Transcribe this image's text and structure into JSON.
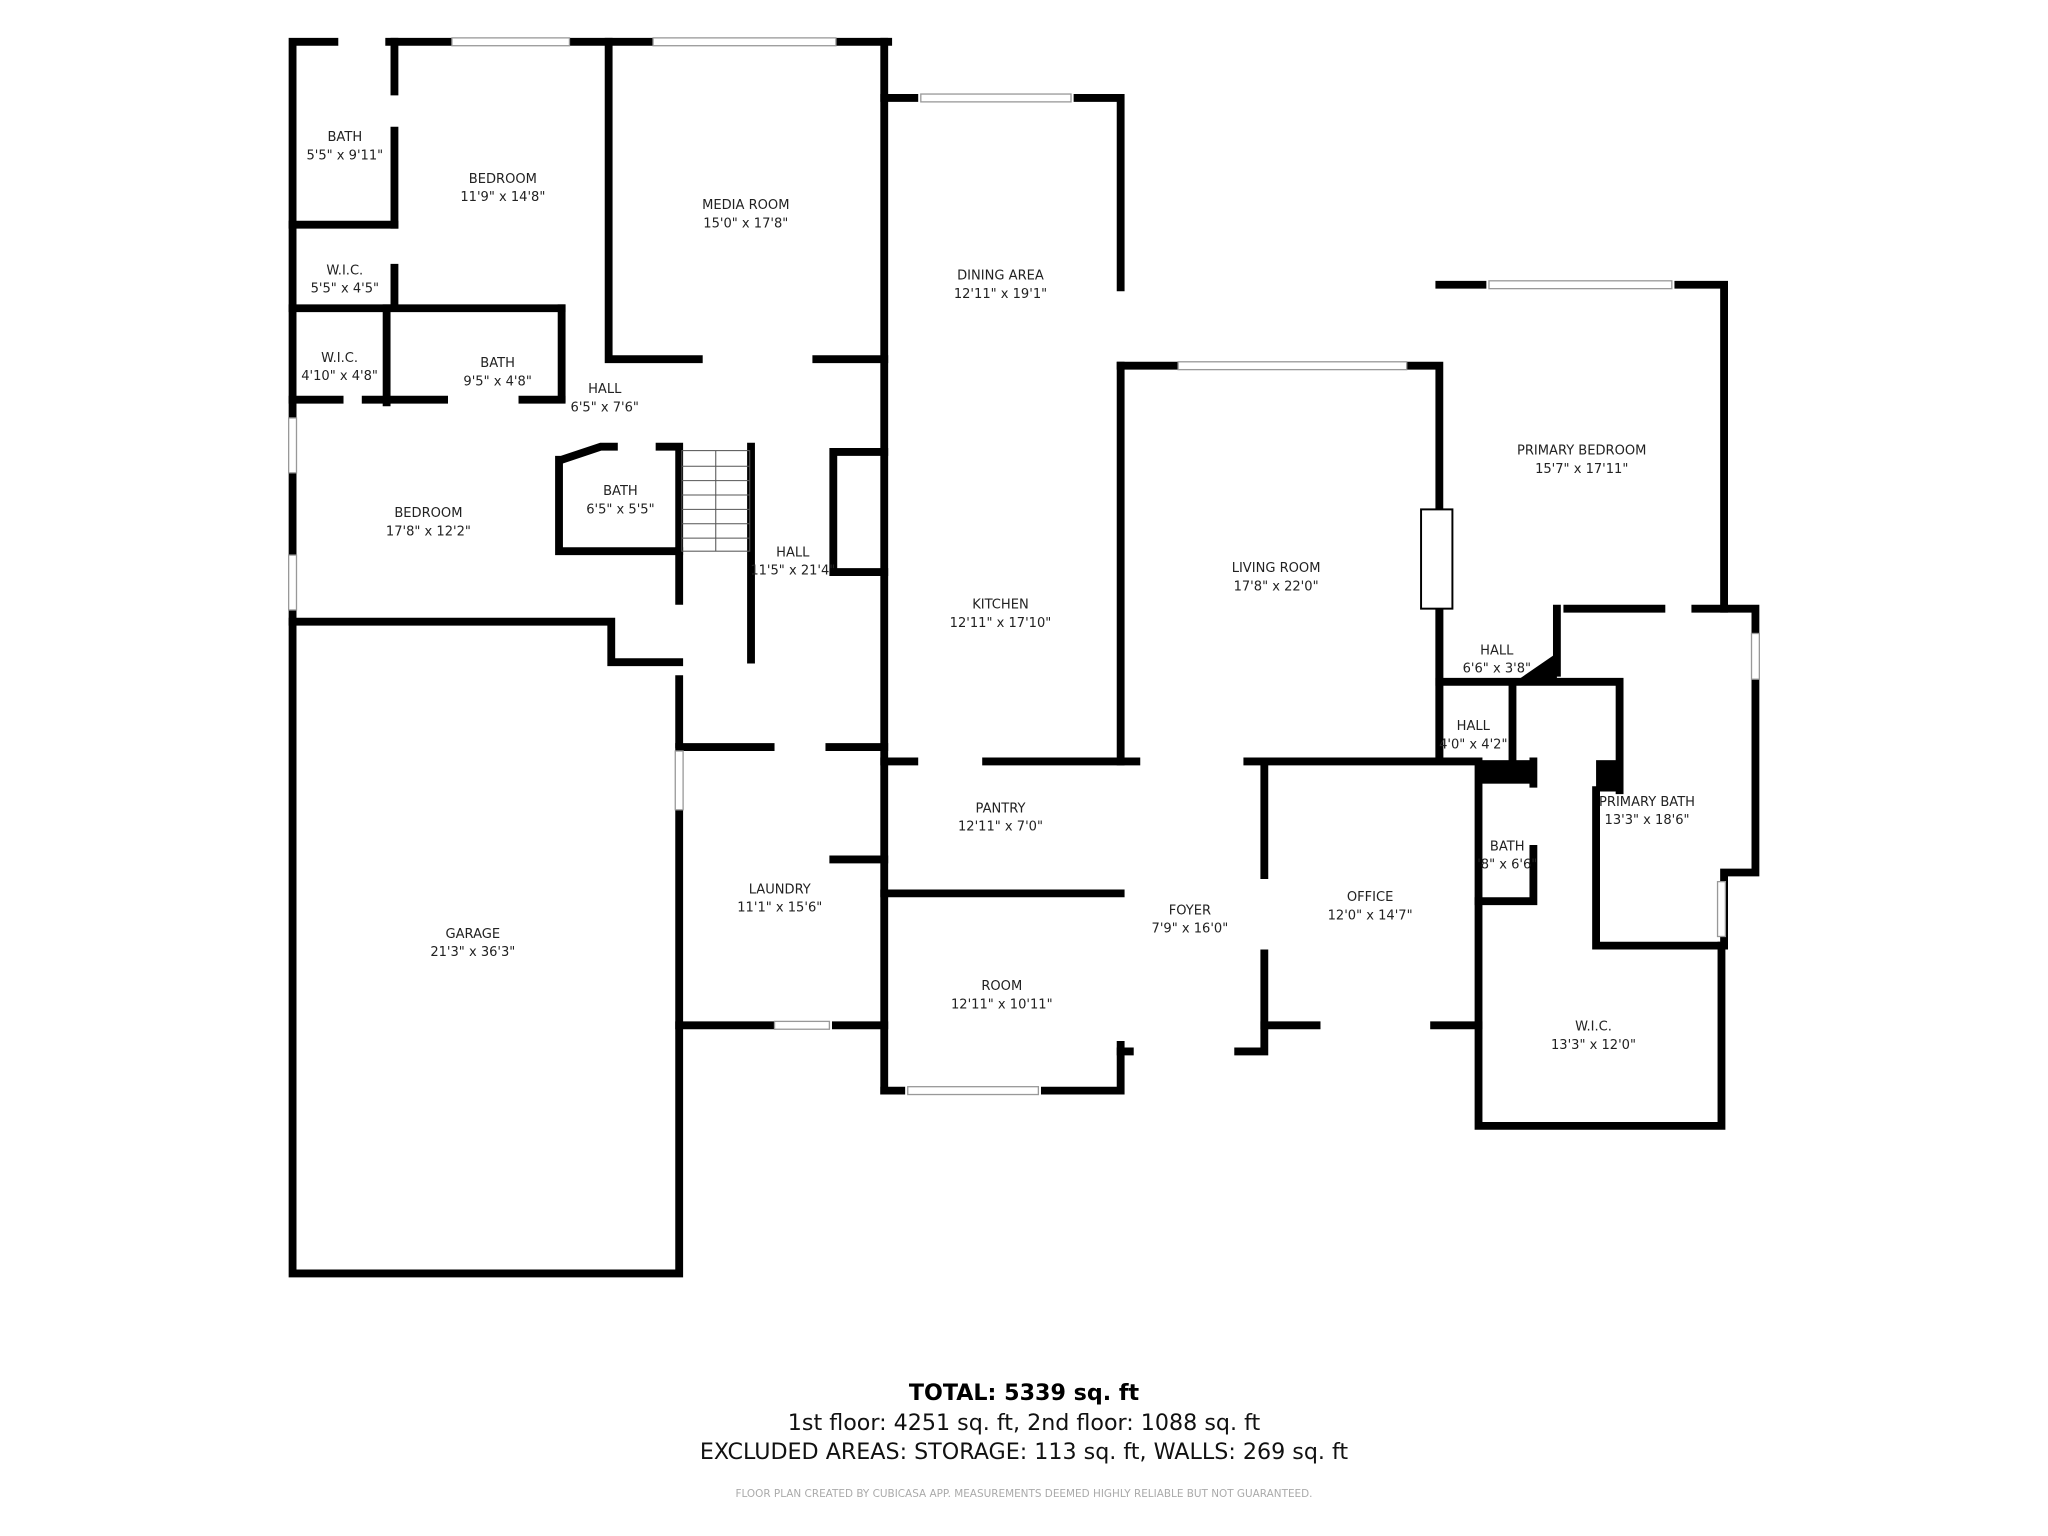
{
  "rooms": [
    {
      "name": "BATH",
      "dims": "5'5\" x 9'11\""
    },
    {
      "name": "BEDROOM",
      "dims": "11'9\" x 14'8\""
    },
    {
      "name": "MEDIA ROOM",
      "dims": "15'0\" x 17'8\""
    },
    {
      "name": "W.I.C.",
      "dims": "5'5\" x 4'5\""
    },
    {
      "name": "W.I.C.",
      "dims": "4'10\" x 4'8\""
    },
    {
      "name": "BATH",
      "dims": "9'5\" x 4'8\""
    },
    {
      "name": "HALL",
      "dims": "6'5\" x 7'6\""
    },
    {
      "name": "BATH",
      "dims": "6'5\" x 5'5\""
    },
    {
      "name": "BEDROOM",
      "dims": "17'8\" x 12'2\""
    },
    {
      "name": "HALL",
      "dims": "11'5\" x 21'4\""
    },
    {
      "name": "DINING AREA",
      "dims": "12'11\" x 19'1\""
    },
    {
      "name": "KITCHEN",
      "dims": "12'11\" x 17'10\""
    },
    {
      "name": "LIVING ROOM",
      "dims": "17'8\" x 22'0\""
    },
    {
      "name": "PRIMARY BEDROOM",
      "dims": "15'7\" x 17'11\""
    },
    {
      "name": "HALL",
      "dims": "6'6\" x 3'8\""
    },
    {
      "name": "HALL",
      "dims": "4'0\" x 4'2\""
    },
    {
      "name": "PRIMARY BATH",
      "dims": "13'3\" x 18'6\""
    },
    {
      "name": "BATH",
      "dims": "'8\" x 6'6\""
    },
    {
      "name": "PANTRY",
      "dims": "12'11\" x 7'0\""
    },
    {
      "name": "LAUNDRY",
      "dims": "11'1\" x 15'6\""
    },
    {
      "name": "GARAGE",
      "dims": "21'3\" x 36'3\""
    },
    {
      "name": "ROOM",
      "dims": "12'11\" x 10'11\""
    },
    {
      "name": "FOYER",
      "dims": "7'9\" x 16'0\""
    },
    {
      "name": "OFFICE",
      "dims": "12'0\" x 14'7\""
    },
    {
      "name": "W.I.C.",
      "dims": "13'3\" x 12'0\""
    }
  ],
  "summary": {
    "total": "TOTAL: 5339 sq. ft",
    "floors": "1st floor: 4251 sq. ft, 2nd floor: 1088 sq. ft",
    "excluded": "EXCLUDED AREAS: STORAGE: 113 sq. ft, WALLS: 269 sq. ft",
    "disclaimer": "FLOOR PLAN CREATED BY CUBICASA APP. MEASUREMENTS DEEMED HIGHLY RELIABLE BUT NOT GUARANTEED."
  }
}
